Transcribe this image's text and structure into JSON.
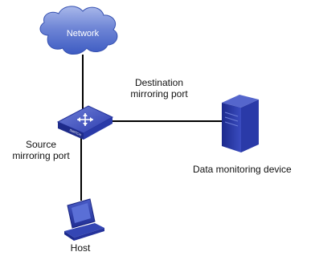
{
  "labels": {
    "network": "Network",
    "destination_line1": "Destination",
    "destination_line2": "mirroring port",
    "source_line1": "Source",
    "source_line2": "mirroring port",
    "monitoring_device": "Data monitoring device",
    "host": "Host",
    "switch_text": "SWITCH"
  },
  "icons": {
    "cloud": "network-cloud-icon",
    "switch": "switch-icon",
    "server": "server-icon",
    "host": "host-computer-icon"
  },
  "colors": {
    "cloud_blue": "#4f6ccc",
    "device_blue": "#2e3db0",
    "line": "#000000"
  }
}
